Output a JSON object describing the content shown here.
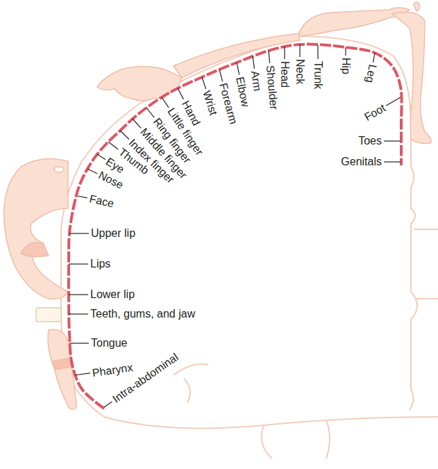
{
  "diagram": {
    "labels": [
      "Genitals",
      "Toes",
      "Foot",
      "Leg",
      "Hip",
      "Trunk",
      "Neck",
      "Head",
      "Shoulder",
      "Arm",
      "Elbow",
      "Forearm",
      "Wrist",
      "Hand",
      "Little finger",
      "Ring finger",
      "Middle finger",
      "Index finger",
      "Thumb",
      "Eye",
      "Nose",
      "Face",
      "Upper lip",
      "Lips",
      "Lower lip",
      "Teeth, gums, and jaw",
      "Tongue",
      "Pharynx",
      "Intra-abdominal"
    ]
  }
}
